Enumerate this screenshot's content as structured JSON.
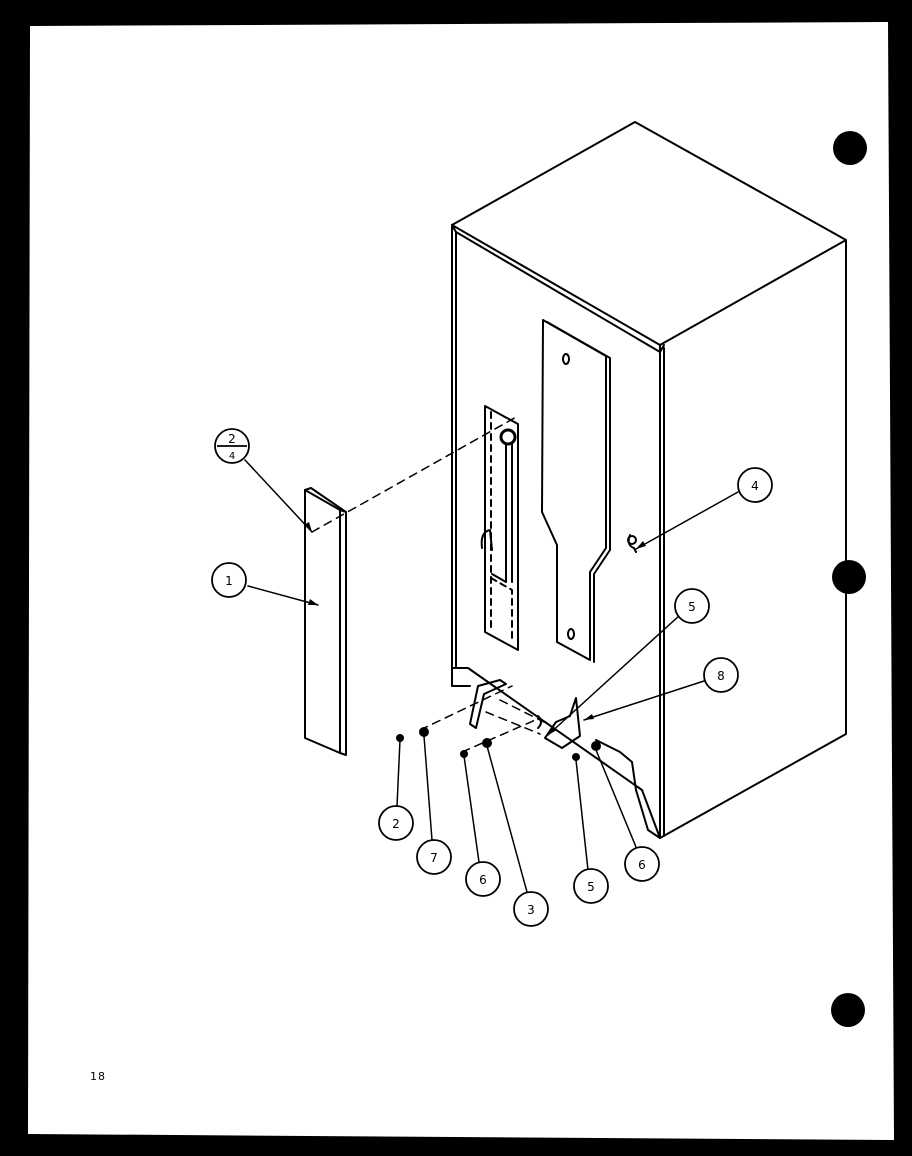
{
  "page": {
    "page_number": "18",
    "paper_color": "#ffffff",
    "ink_color": "#000000"
  },
  "callouts": [
    {
      "id": "c-1",
      "label": "1"
    },
    {
      "id": "c-2-4",
      "label_top": "2",
      "label_bottom": "4"
    },
    {
      "id": "c-4",
      "label": "4"
    },
    {
      "id": "c-5-upper",
      "label": "5"
    },
    {
      "id": "c-8",
      "label": "8"
    },
    {
      "id": "c-2",
      "label": "2"
    },
    {
      "id": "c-7",
      "label": "7"
    },
    {
      "id": "c-6-left",
      "label": "6"
    },
    {
      "id": "c-3",
      "label": "3"
    },
    {
      "id": "c-5-lower",
      "label": "5"
    },
    {
      "id": "c-6-right",
      "label": "6"
    }
  ]
}
